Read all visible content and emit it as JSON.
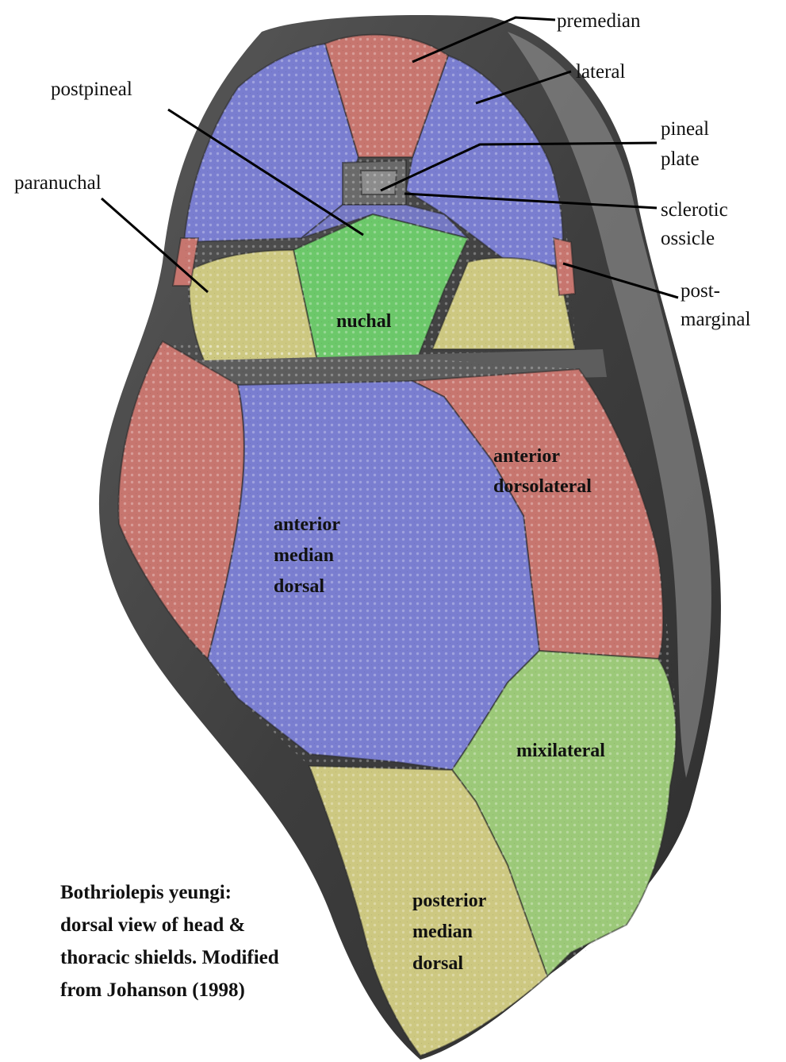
{
  "colors": {
    "red": "#c7766f",
    "blue": "#7a7ed0",
    "green": "#6cc86a",
    "yellow": "#cdc881",
    "olive": "#9cc979",
    "rock_dark": "#4e4e4e",
    "rock_light": "#9a9a9a"
  },
  "labels": {
    "premedian": "premedian",
    "lateral": "lateral",
    "postpineal": "postpineal",
    "pineal_plate": [
      "pineal",
      "plate"
    ],
    "paranuchal": "paranuchal",
    "sclerotic_ossicle": [
      "sclerotic",
      "ossicle"
    ],
    "post_marginal": [
      "post-",
      "marginal"
    ],
    "nuchal": "nuchal",
    "anterior_dorsolateral": [
      "anterior",
      "dorsolateral"
    ],
    "anterior_median_dorsal": [
      "anterior",
      "median",
      "dorsal"
    ],
    "mixilateral": "mixilateral",
    "posterior_median_dorsal": [
      "posterior",
      "median",
      "dorsal"
    ]
  },
  "caption": [
    "Bothriolepis yeungi:",
    "dorsal view of head &",
    "thoracic shields. Modified",
    "from Johanson (1998)"
  ]
}
